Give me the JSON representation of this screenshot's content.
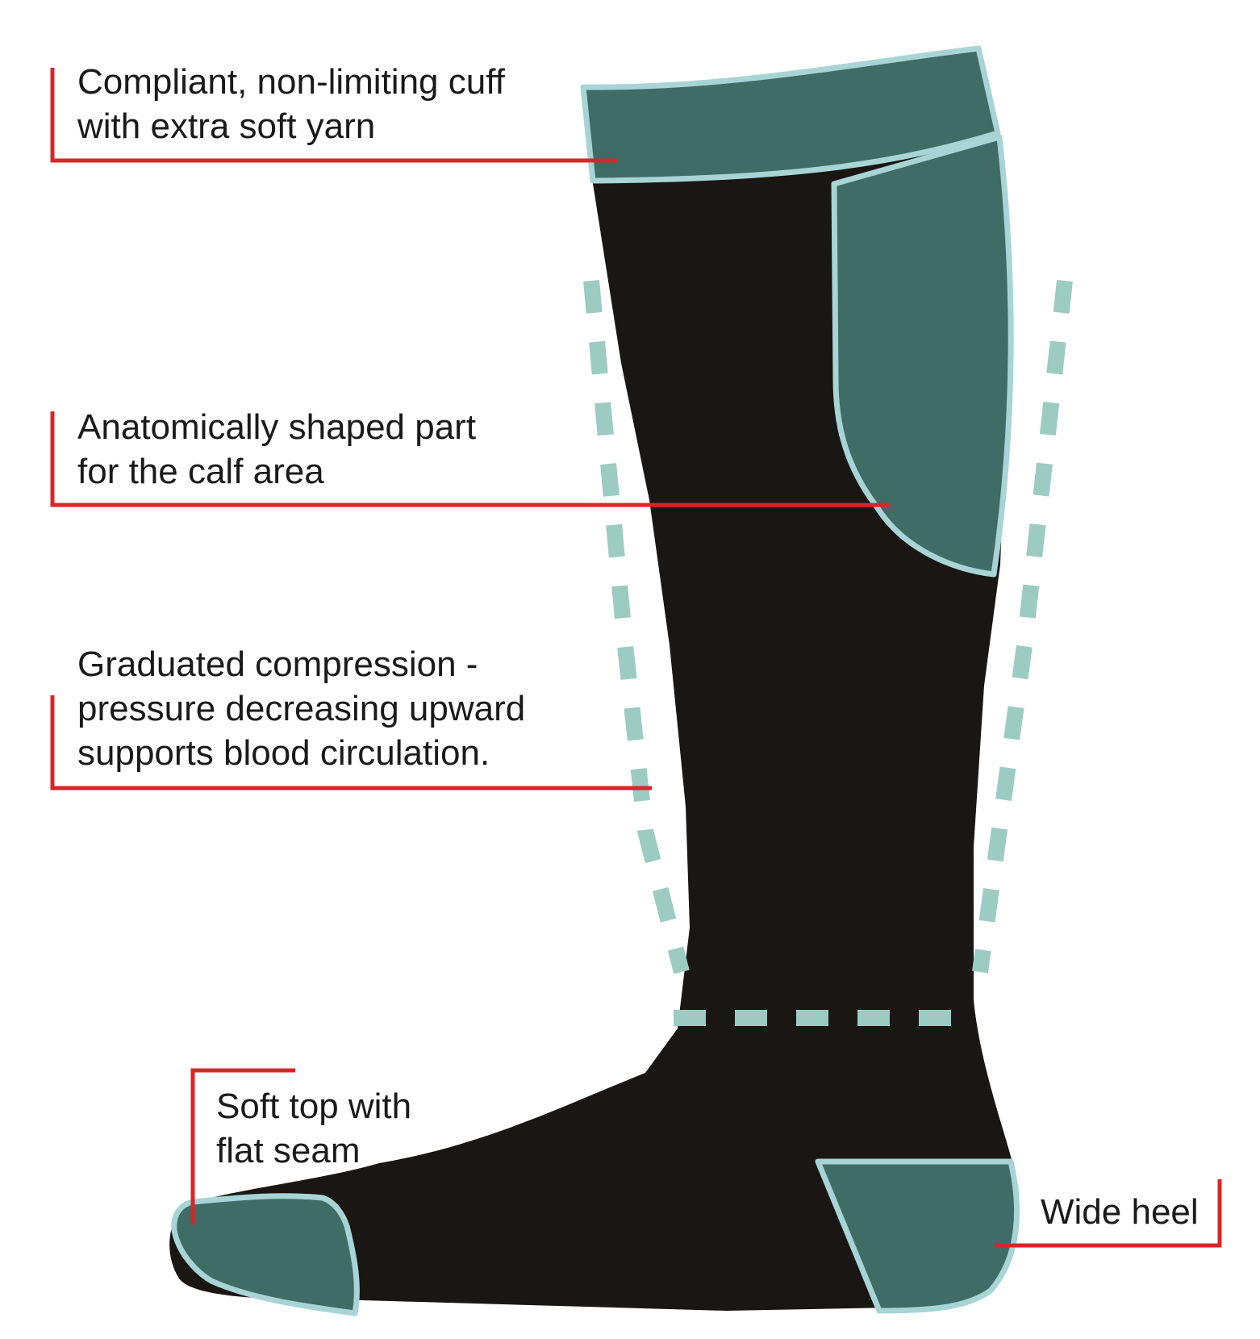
{
  "colors": {
    "background": "#ffffff",
    "sock": "#191614",
    "zone_fill": "#3f6c66",
    "zone_outline": "#a8d4d6",
    "compression_dash": "#9ccbc2",
    "leader_line": "#d8262a",
    "text": "#1a1a1a"
  },
  "labels": {
    "cuff": {
      "line1": "Compliant, non-limiting cuff",
      "line2": "with extra soft yarn"
    },
    "calf": {
      "line1": "Anatomically shaped part",
      "line2": "for the calf area"
    },
    "compression": {
      "line1": "Graduated compression -",
      "line2": "pressure decreasing upward",
      "line3": "supports blood circulation."
    },
    "toe": {
      "line1": "Soft top with",
      "line2": "flat seam"
    },
    "heel": {
      "line1": "Wide heel"
    }
  }
}
